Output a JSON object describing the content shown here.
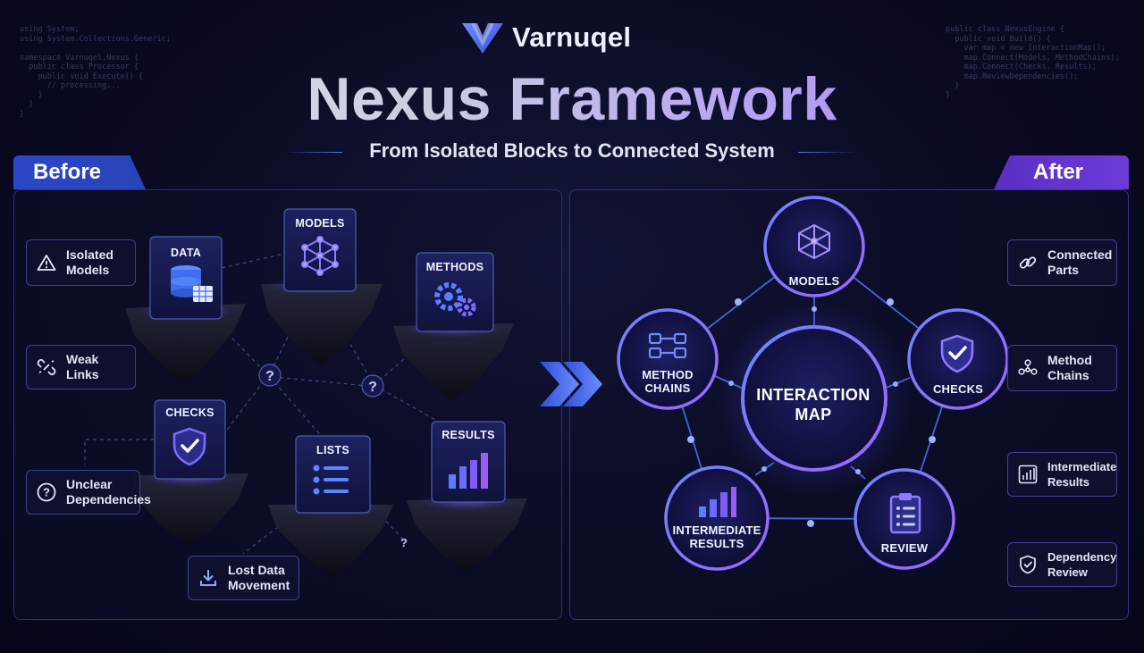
{
  "brand": {
    "name": "Varnuqel"
  },
  "title": "Nexus Framework",
  "subtitle": "From Isolated Blocks to Connected System",
  "code_left": "using System;\nusing System.Collections.Generic;\n\nnamespace Varnuqel.Nexus {\n  public class Processor {\n    public void Execute() {\n      // processing...\n    }\n  }\n}",
  "code_right": "public class NexusEngine {\n  public void Build() {\n    var map = new InteractionMap();\n    map.Connect(Models, MethodChains);\n    map.Connect(Checks, Results);\n    map.ReviewDependencies();\n  }\n}",
  "before": {
    "tag": "Before",
    "sidebar": [
      {
        "label": "Isolated\nModels",
        "icon": "warning-icon"
      },
      {
        "label": "Weak\nLinks",
        "icon": "broken-link-icon"
      },
      {
        "label": "Unclear\nDependencies",
        "icon": "question-icon"
      },
      {
        "label": "Lost Data\nMovement",
        "icon": "download-icon"
      }
    ],
    "cards": [
      {
        "label": "DATA",
        "icon": "database-icon"
      },
      {
        "label": "MODELS",
        "icon": "cube-network-icon"
      },
      {
        "label": "METHODS",
        "icon": "gears-icon"
      },
      {
        "label": "CHECKS",
        "icon": "shield-check-icon"
      },
      {
        "label": "LISTS",
        "icon": "list-icon"
      },
      {
        "label": "RESULTS",
        "icon": "bar-chart-icon"
      }
    ],
    "question_mark": "?"
  },
  "after": {
    "tag": "After",
    "center": "INTERACTION\nMAP",
    "nodes": [
      {
        "label": "MODELS",
        "icon": "cube-network-icon"
      },
      {
        "label": "CHECKS",
        "icon": "shield-check-icon"
      },
      {
        "label": "REVIEW",
        "icon": "clipboard-icon"
      },
      {
        "label": "INTERMEDIATE\nRESULTS",
        "icon": "bar-chart-icon"
      },
      {
        "label": "METHOD\nCHAINS",
        "icon": "chain-blocks-icon"
      }
    ],
    "sidebar": [
      {
        "label": "Connected\nParts",
        "icon": "link-icon"
      },
      {
        "label": "Method\nChains",
        "icon": "network-icon"
      },
      {
        "label": "Intermediate\nResults",
        "icon": "bar-chart-icon"
      },
      {
        "label": "Dependency\nReview",
        "icon": "shield-check-icon"
      }
    ]
  },
  "colors": {
    "accent_blue": "#4f7cff",
    "accent_purple": "#8b5cf6",
    "background": "#090a22"
  }
}
